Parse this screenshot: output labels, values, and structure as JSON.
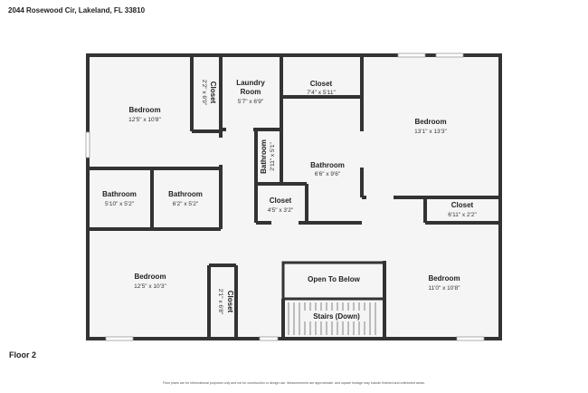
{
  "address": "2044 Rosewood Cir, Lakeland, FL 33810",
  "floor_label": "Floor 2",
  "disclaimer": "Floor plans are for informational purposes only and not for construction or design use. Measurements are approximate, and square footage may include finished and unfinished areas.",
  "rooms": {
    "bedroom_nw": {
      "name": "Bedroom",
      "dims": "12'5\" x 10'8\""
    },
    "closet_nw": {
      "name": "Closet",
      "dims": "2'2\" x 6'9\""
    },
    "laundry": {
      "name": "Laundry Room",
      "name_line1": "Laundry",
      "name_line2": "Room",
      "dims": "5'7\" x 6'9\""
    },
    "closet_top": {
      "name": "Closet",
      "dims": "7'4\" x 5'11\""
    },
    "bedroom_ne": {
      "name": "Bedroom",
      "dims": "13'1\" x 13'3\""
    },
    "bath_narrow": {
      "name": "Bathroom",
      "dims": "2'11\" x 5'1\""
    },
    "bath_center": {
      "name": "Bathroom",
      "dims": "6'6\" x 9'6\""
    },
    "bath_w1": {
      "name": "Bathroom",
      "dims": "5'10\" x 5'2\""
    },
    "bath_w2": {
      "name": "Bathroom",
      "dims": "6'2\" x 5'2\""
    },
    "closet_small": {
      "name": "Closet",
      "dims": "4'5\" x 3'2\""
    },
    "closet_e": {
      "name": "Closet",
      "dims": "6'11\" x 2'2\""
    },
    "bedroom_sw": {
      "name": "Bedroom",
      "dims": "12'5\" x 10'3\""
    },
    "closet_sw": {
      "name": "Closet",
      "dims": "2'1\" x 6'8\""
    },
    "open_below": {
      "name": "Open To Below"
    },
    "stairs": {
      "name": "Stairs (Down)"
    },
    "bedroom_se": {
      "name": "Bedroom",
      "dims": "11'0\" x 10'8\""
    }
  }
}
